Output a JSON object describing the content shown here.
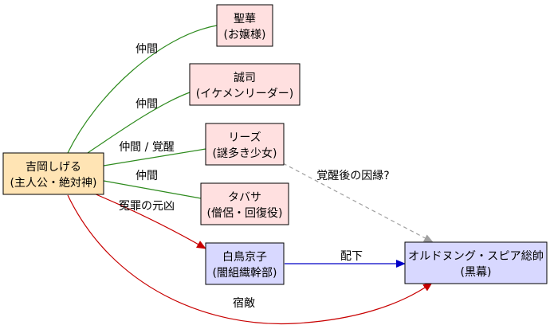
{
  "colors": {
    "protagonist_fill": "#ffe4b4",
    "ally_fill": "#ffe0e0",
    "enemy_fill": "#d8d8ff",
    "ally_edge": "#2e8b1e",
    "enemy_edge": "#c80000",
    "subordinate_edge": "#0000c8",
    "hint_edge": "#a0a0a0"
  },
  "nodes": {
    "yoshioka": {
      "line1": "吉岡しげる",
      "line2": "(主人公・絶対神)"
    },
    "seika": {
      "line1": "聖華",
      "line2": "(お嬢様)"
    },
    "seiji": {
      "line1": "誠司",
      "line2": "(イケメンリーダー)"
    },
    "reeze": {
      "line1": "リーズ",
      "line2": "(謎多き少女)"
    },
    "tabasa": {
      "line1": "タバサ",
      "line2": "(僧侶・回復役)"
    },
    "shiratori": {
      "line1": "白鳥京子",
      "line2": "(闇組織幹部)"
    },
    "oldonung": {
      "line1": "オルドヌング・スピア総帥",
      "line2": "(黒幕)"
    }
  },
  "edges": {
    "to_seika": "仲間",
    "to_seiji": "仲間",
    "to_reeze": "仲間 / 覚醒",
    "to_tabasa": "仲間",
    "to_shiratori": "冤罪の元凶",
    "shiratori_to_oldonung": "配下",
    "reeze_to_oldonung": "覚醒後の因縁?",
    "to_oldonung": "宿敵"
  }
}
